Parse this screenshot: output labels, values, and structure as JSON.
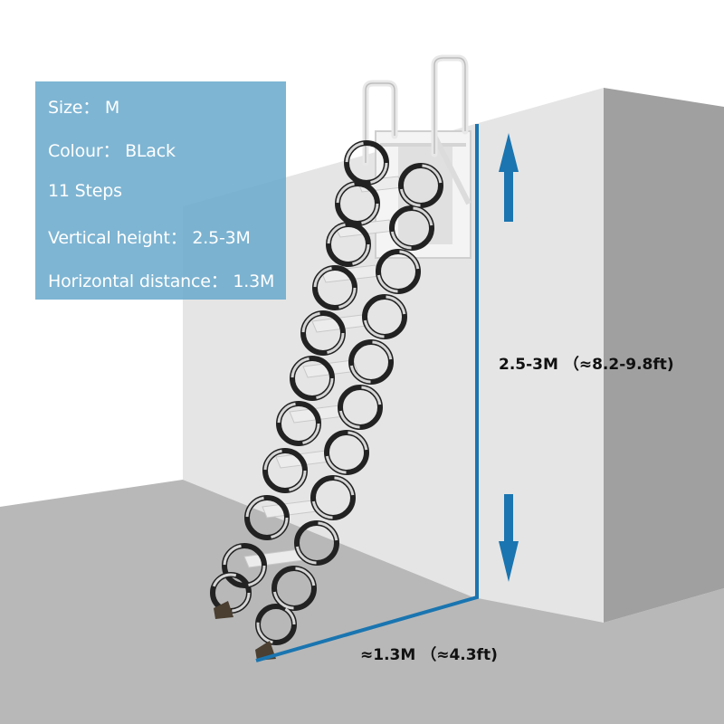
{
  "info_panel": {
    "lines": [
      "Size： M",
      "Colour： BLack",
      "11 Steps",
      "Vertical height： 2.5-3M",
      "Horizontal distance： 1.3M"
    ],
    "background": "#6cabcd"
  },
  "dimensions": {
    "vertical_label": "2.5-3M （≈8.2-9.8ft)",
    "horizontal_label": "≈1.3M （≈4.3ft)"
  },
  "product": {
    "name": "folding-attic-ladder",
    "steps": 11
  },
  "colors": {
    "accent_blue": "#1a75b0",
    "wall_light": "#e5e5e5",
    "wall_dark": "#a0a0a0",
    "floor": "#b8b8b8"
  }
}
